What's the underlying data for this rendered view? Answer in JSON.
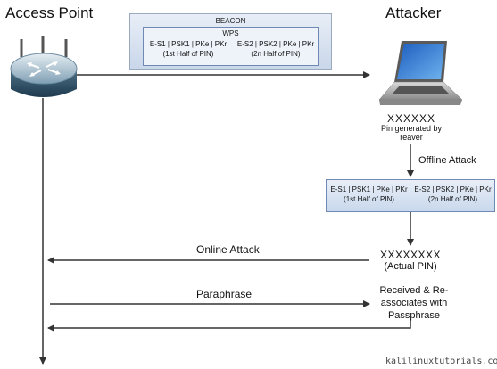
{
  "access_point": {
    "label": "Access Point"
  },
  "attacker": {
    "label": "Attacker"
  },
  "beacon": {
    "title": "BEACON",
    "wps": "WPS",
    "e1_fields": "E-S1 | PSK1 | PKe | PKr",
    "e1_note": "(1st Half of PIN)",
    "e2_fields": "E-S2 | PSK2 | PKe | PKr",
    "e2_note": "(2n Half of PIN)"
  },
  "pin_generated": {
    "value": "XXXXXX",
    "caption": "Pin generated by reaver"
  },
  "offline_attack": {
    "label": "Offline Attack"
  },
  "offline_box": {
    "e1_fields": "E-S1 | PSK1 | PKe | PKr",
    "e1_note": "(1st Half of PIN)",
    "e2_fields": "E-S2 | PSK2 | PKe | PKr",
    "e2_note": "(2n Half of PIN)"
  },
  "actual_pin": {
    "value": "XXXXXXXX",
    "caption": "(Actual PIN)"
  },
  "online_attack": {
    "label": "Online Attack"
  },
  "paraphrase": {
    "label": "Paraphrase"
  },
  "received": {
    "label": "Received & Re-associates with Passphrase"
  },
  "watermark": {
    "text": "kalilinuxtutorials.com"
  },
  "colors": {
    "arrow": "#333333",
    "box_border": "#6f88b4"
  }
}
